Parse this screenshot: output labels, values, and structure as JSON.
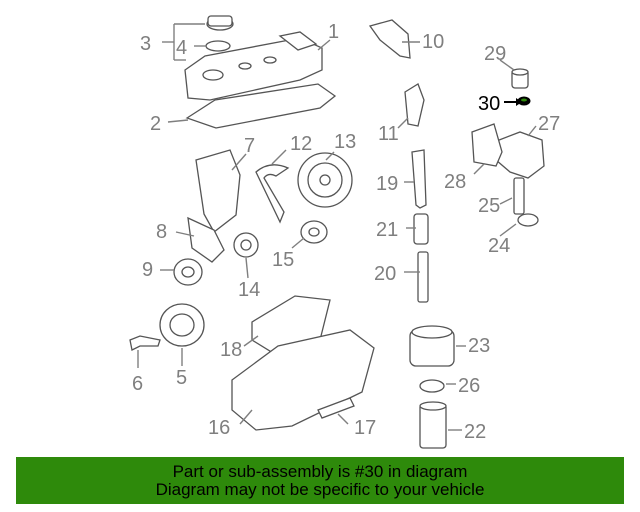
{
  "callouts": [
    "1",
    "2",
    "3",
    "4",
    "5",
    "6",
    "7",
    "8",
    "9",
    "10",
    "11",
    "12",
    "13",
    "14",
    "15",
    "16",
    "17",
    "18",
    "19",
    "20",
    "21",
    "22",
    "23",
    "24",
    "25",
    "26",
    "27",
    "28",
    "29",
    "30"
  ],
  "highlighted": "30",
  "colors": {
    "label": "#7f7f7f",
    "highlight": "#000000",
    "banner": "#2e8a0b",
    "part_outline": "#555555"
  },
  "banner": {
    "line1": "Part or sub-assembly is #30 in diagram",
    "line2": "Diagram may not be specific to your vehicle"
  }
}
